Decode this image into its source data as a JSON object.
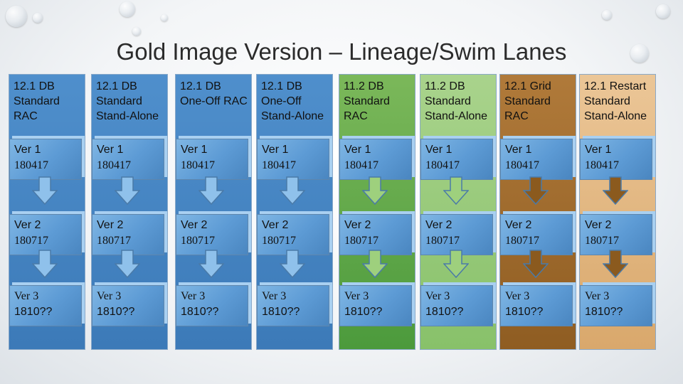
{
  "title": "Gold Image Version – Lineage/Swim Lanes",
  "lanes": [
    {
      "heading": "12.1 DB Standard RAC",
      "bg": "#4f8fcc",
      "bg2": "#3c7ab8",
      "arrow": "#8fc1eb"
    },
    {
      "heading": "12.1 DB Standard Stand-Alone",
      "bg": "#4f8fcc",
      "bg2": "#3c7ab8",
      "arrow": "#8fc1eb"
    },
    {
      "heading": "12.1 DB One-Off RAC",
      "bg": "#4f8fcc",
      "bg2": "#3c7ab8",
      "arrow": "#8fc1eb"
    },
    {
      "heading": "12.1 DB One-Off Stand-Alone",
      "bg": "#4f8fcc",
      "bg2": "#3c7ab8",
      "arrow": "#8fc1eb"
    },
    {
      "heading": "11.2 DB Standard RAC",
      "bg": "#7bb85a",
      "bg2": "#4c9a3c",
      "arrow": "#9ed07d"
    },
    {
      "heading": "11.2 DB Standard Stand-Alone",
      "bg": "#a9d38c",
      "bg2": "#88c16a",
      "arrow": "#9ed07d"
    },
    {
      "heading": "12.1 Grid Standard RAC",
      "bg": "#b07a3a",
      "bg2": "#8f5d22",
      "arrow": "#8b5a1e"
    },
    {
      "heading": "12.1 Restart Standard Stand-Alone",
      "bg": "#ebc697",
      "bg2": "#d9a86c",
      "arrow": "#8b5a1e"
    }
  ],
  "versions": [
    {
      "name": "Ver 1",
      "code": "180417"
    },
    {
      "name": "Ver 2",
      "code": "180717"
    },
    {
      "name": "Ver 3",
      "code": "1810??"
    }
  ]
}
